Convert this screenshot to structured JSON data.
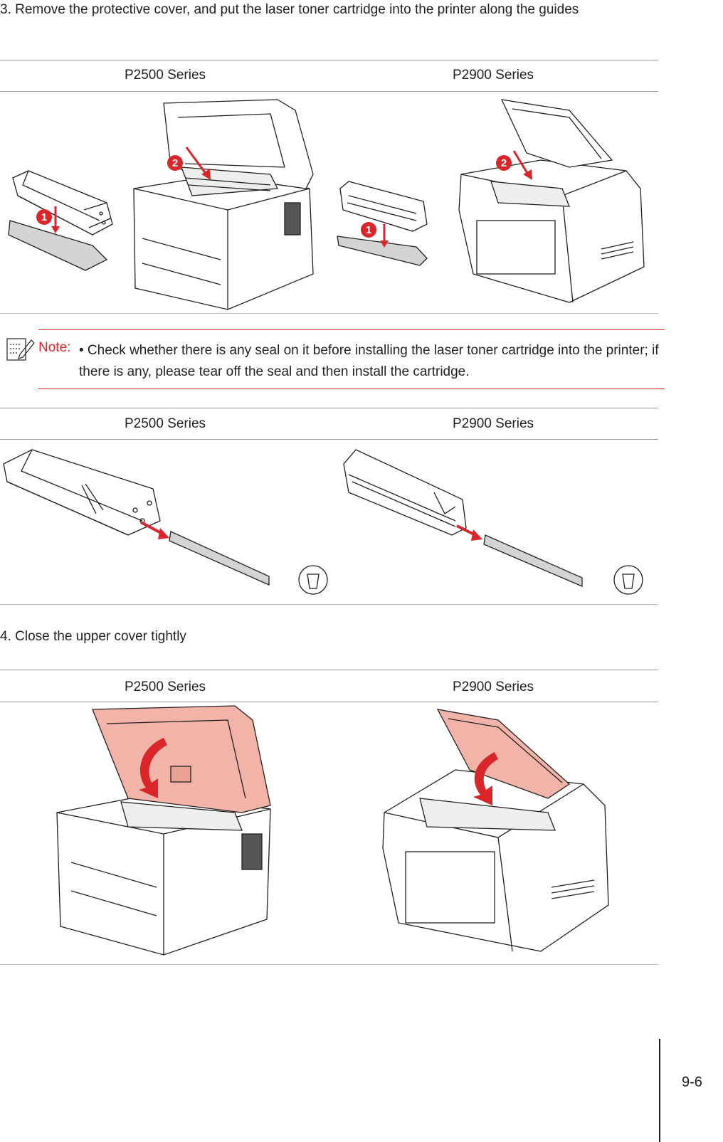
{
  "step3": {
    "text": "3. Remove the protective cover, and put the laser toner cartridge into the printer along the guides"
  },
  "table1": {
    "col1": "P2500 Series",
    "col2": "P2900 Series"
  },
  "note": {
    "label": "Note:",
    "text": "• Check whether there is any seal on it before installing the laser toner cartridge into the printer; if there is any, please tear off the seal and then install the cartridge."
  },
  "table2": {
    "col1": "P2500 Series",
    "col2": "P2900 Series"
  },
  "step4": {
    "text": "4. Close the upper cover tightly"
  },
  "table3": {
    "col1": "P2500 Series",
    "col2": "P2900 Series"
  },
  "callouts": {
    "one": "1",
    "two": "2"
  },
  "page": {
    "number": "9-6"
  },
  "colors": {
    "accent_red": "#d9262b",
    "cover_pink": "#f2b3a8",
    "line": "#231f20"
  },
  "icons": [
    "note-pencil-icon",
    "recycle-bin-icon",
    "down-arrow-icon",
    "push-arrow-icon",
    "close-cover-arrow-icon"
  ]
}
